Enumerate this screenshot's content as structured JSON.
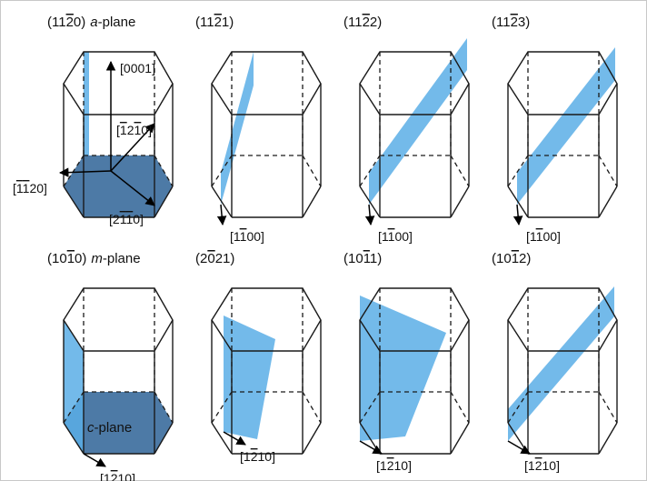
{
  "colors": {
    "plane_fill": "#5aaee6",
    "cplane_fill": "#4d7aa6",
    "cplane_left_tint": "#3fa6e8",
    "edge": "#1a1a1a",
    "border": "#c8c8c8"
  },
  "panels": [
    {
      "id": "a-plane",
      "row": 0,
      "col": 0,
      "index": "11-20",
      "suffix": "a-plane",
      "vectors": [
        "[0001]",
        "[-12-10]",
        "[-1-120]",
        "[2-1-10]"
      ]
    },
    {
      "id": "11-21",
      "row": 0,
      "col": 1,
      "index": "11-21",
      "suffix": "",
      "direction": "[1-100]",
      "plane": "p1121"
    },
    {
      "id": "11-22",
      "row": 0,
      "col": 2,
      "index": "11-22",
      "suffix": "",
      "direction": "[1-100]",
      "plane": "p1122"
    },
    {
      "id": "11-23",
      "row": 0,
      "col": 3,
      "index": "11-23",
      "suffix": "",
      "direction": "[1-100]",
      "plane": "p1123"
    },
    {
      "id": "m-plane",
      "row": 1,
      "col": 0,
      "index": "10-10",
      "suffix": "m-plane",
      "direction": "[1-210]",
      "face_label": "c-plane",
      "plane": "pm"
    },
    {
      "id": "20-21",
      "row": 1,
      "col": 1,
      "index": "2-021",
      "suffix": "",
      "direction": "[1-210]",
      "plane": "p2021"
    },
    {
      "id": "10-11",
      "row": 1,
      "col": 2,
      "index": "10-11",
      "suffix": "",
      "direction": "[1-210]",
      "plane": "p1011"
    },
    {
      "id": "10-12",
      "row": 1,
      "col": 3,
      "index": "10-12",
      "suffix": "",
      "direction": "[1-210]",
      "plane": "p1012"
    }
  ]
}
